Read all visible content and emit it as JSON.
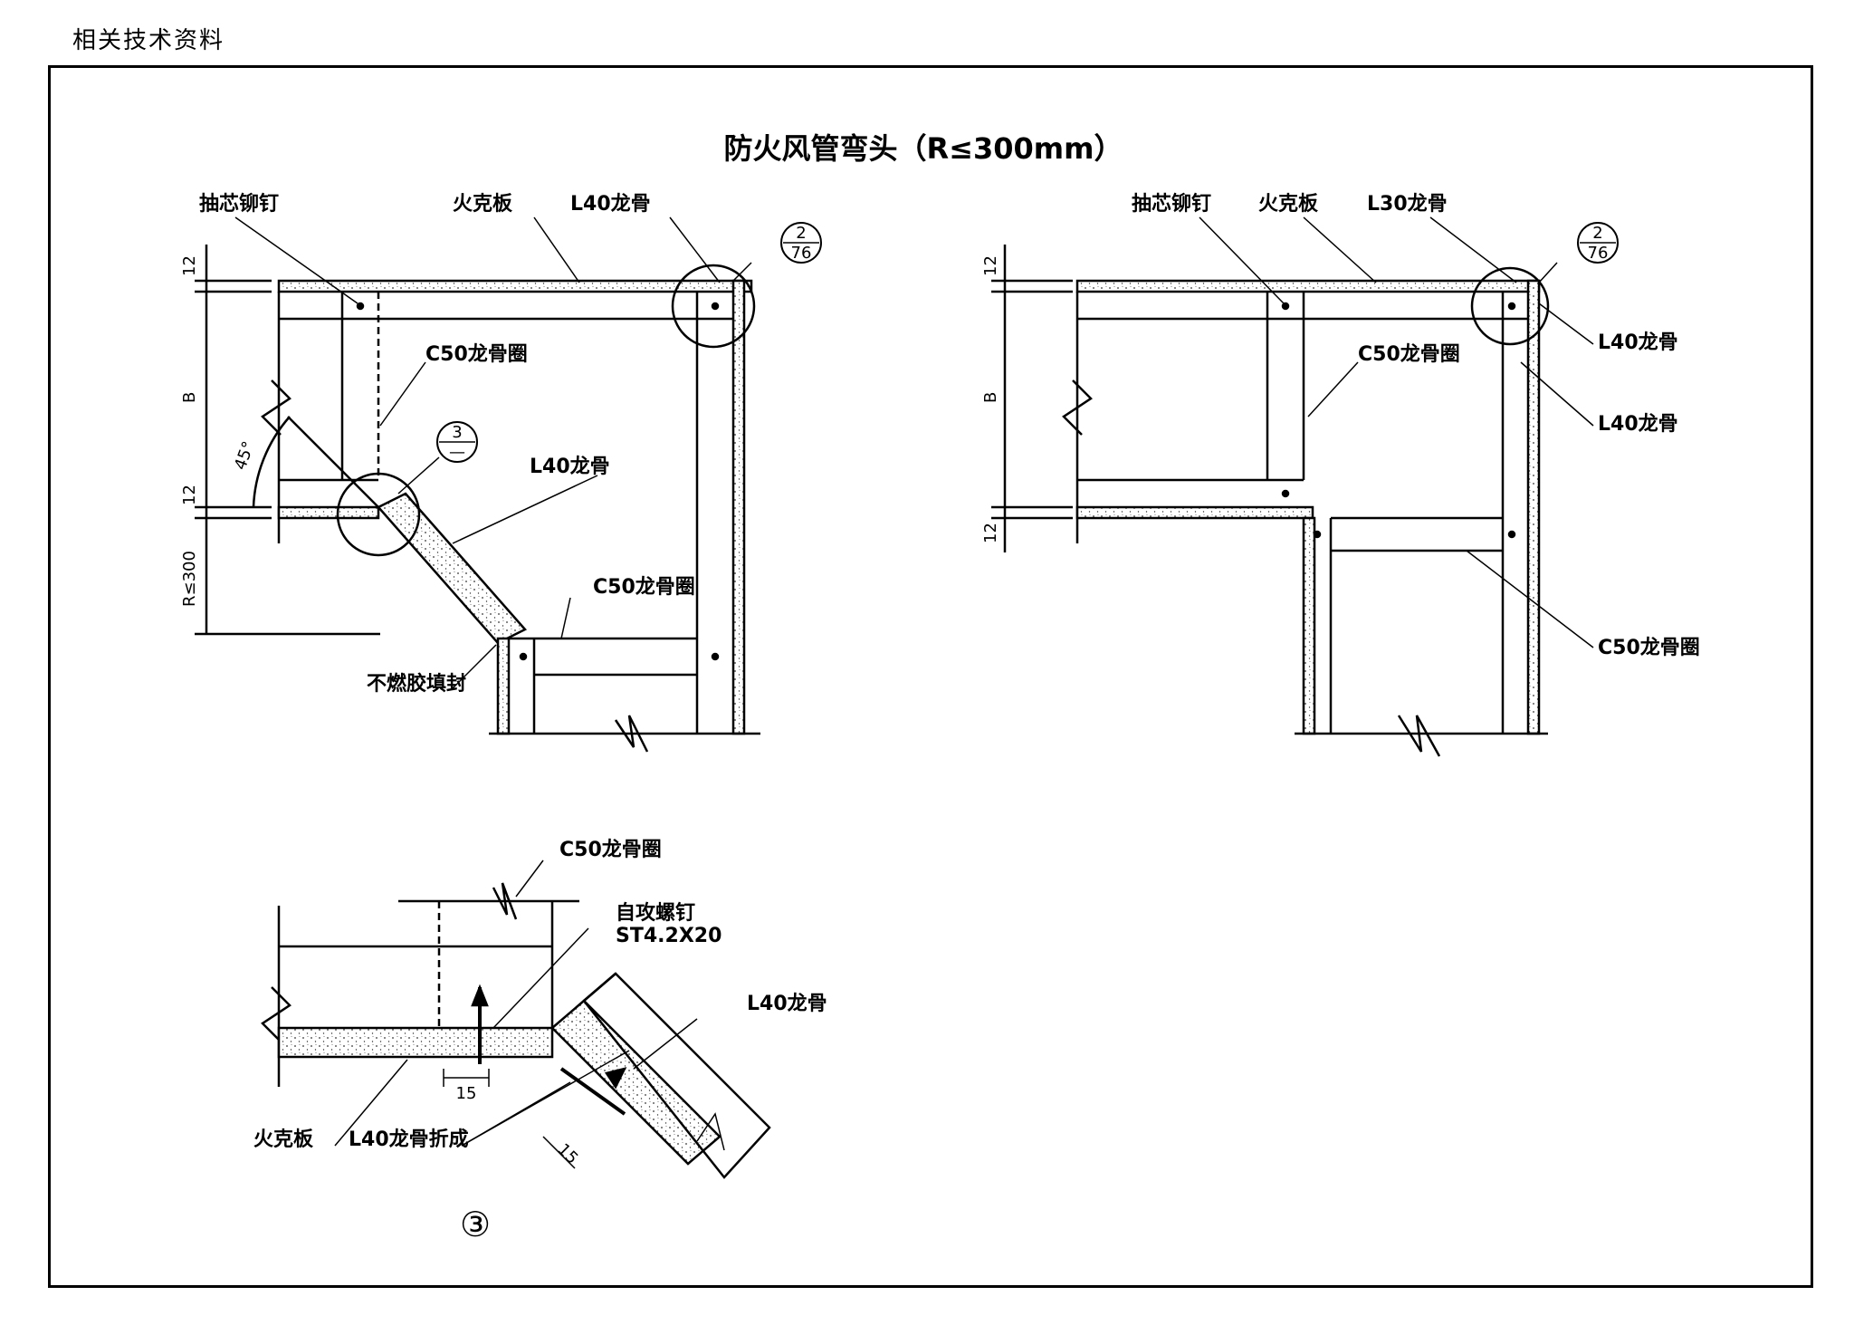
{
  "header": "相关技术资料",
  "title": "防火风管弯头（R≤300mm）",
  "left_view": {
    "labels": {
      "rivet": "抽芯铆钉",
      "board": "火克板",
      "l40_top": "L40龙骨",
      "c50_ring": "C50龙骨圈",
      "l40_diag": "L40龙骨",
      "c50_ring_bottom": "C50龙骨圈",
      "sealant": "不燃胶填封"
    },
    "callout_detail": {
      "num": "2",
      "sheet": "76"
    },
    "callout_section": {
      "num": "3",
      "sheet": "—"
    },
    "dims": {
      "top": "12",
      "b": "B",
      "bottom": "12",
      "r": "R≤300",
      "angle": "45°"
    }
  },
  "right_view": {
    "labels": {
      "rivet": "抽芯铆钉",
      "board": "火克板",
      "l30": "L30龙骨",
      "l40_a": "L40龙骨",
      "c50_ring": "C50龙骨圈",
      "l40_b": "L40龙骨",
      "c50_ring_bottom": "C50龙骨圈"
    },
    "callout_detail": {
      "num": "2",
      "sheet": "76"
    },
    "dims": {
      "top": "12",
      "b": "B",
      "bottom": "12"
    }
  },
  "detail": {
    "labels": {
      "c50_ring": "C50龙骨圈",
      "screw": "自攻螺钉",
      "screw_spec": "ST4.2X20",
      "l40": "L40龙骨",
      "board": "火克板",
      "l40_bent": "L40龙骨折成"
    },
    "dims": {
      "d1": "15",
      "d2": "15"
    },
    "marker": "③"
  }
}
